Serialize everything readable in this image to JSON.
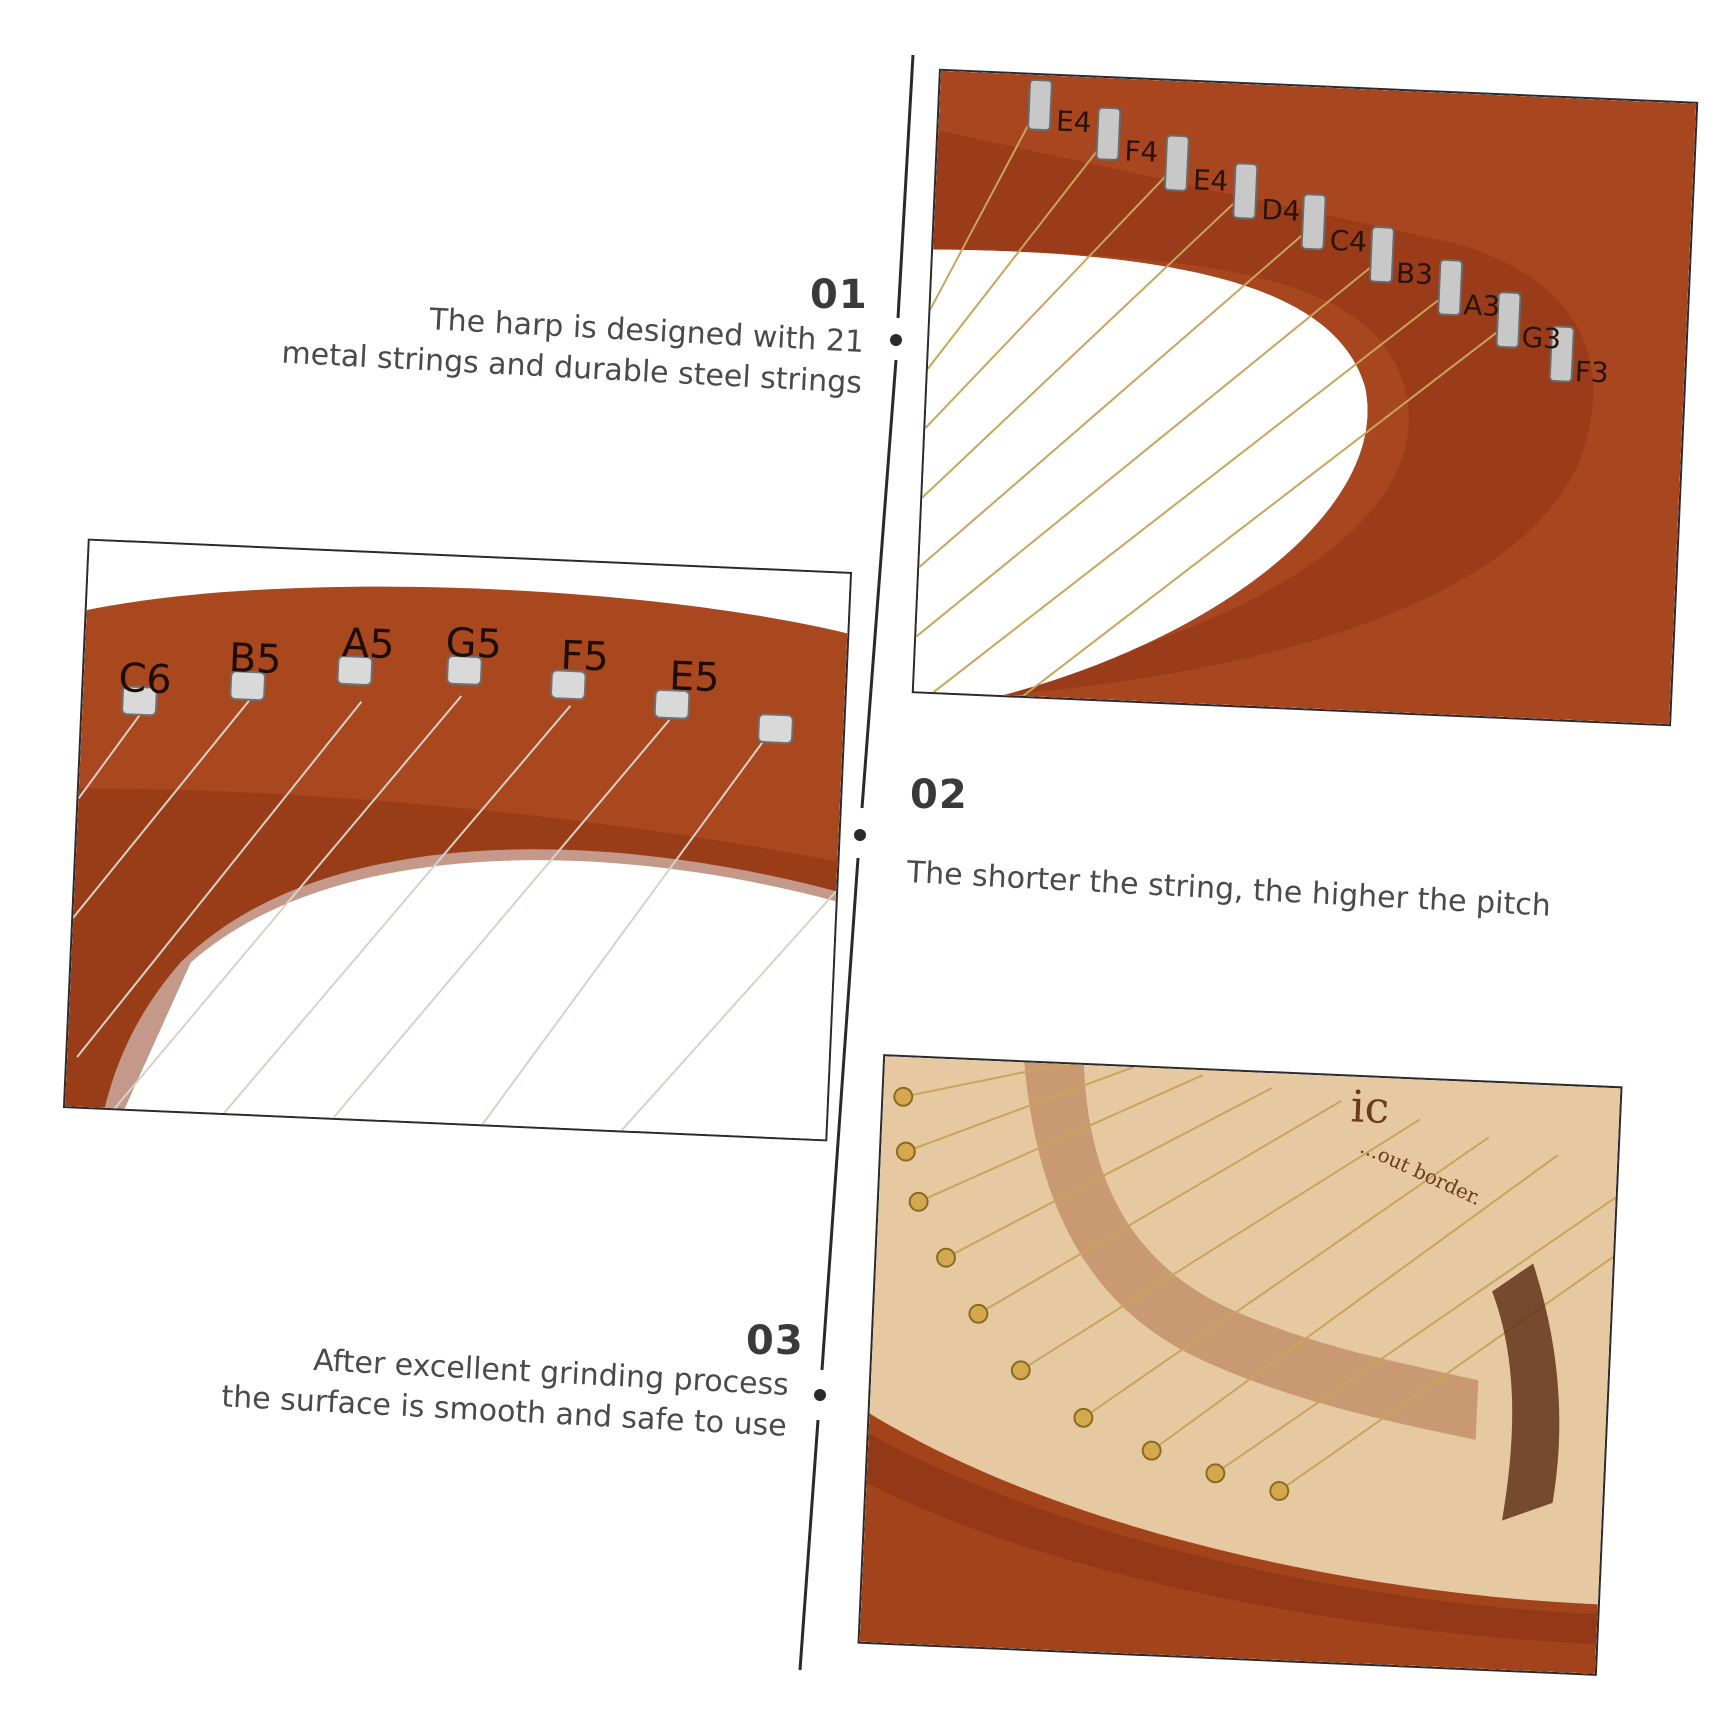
{
  "features": [
    {
      "number": "01",
      "lines": [
        "The harp is designed with 21",
        "metal strings and durable steel strings"
      ]
    },
    {
      "number": "02",
      "lines": [
        "The shorter the string, the higher the pitch"
      ]
    },
    {
      "number": "03",
      "lines": [
        "After excellent grinding process",
        "the surface is smooth and safe to use"
      ]
    }
  ],
  "photos": {
    "top_right": {
      "note_labels": [
        "E4",
        "F4",
        "E4",
        "D4",
        "C4",
        "B3",
        "A3",
        "G3",
        "F3"
      ]
    },
    "left": {
      "note_labels": [
        "C6",
        "B5",
        "A5",
        "G5",
        "F5",
        "E5"
      ]
    },
    "bottom_right": {
      "engraved_text": "ic",
      "engraved_subtext": "...out border."
    }
  },
  "colors": {
    "wood_dark": "#9b3f1d",
    "wood_light": "#e3c49b",
    "string_gold": "#c9a45c",
    "text": "#444444"
  }
}
